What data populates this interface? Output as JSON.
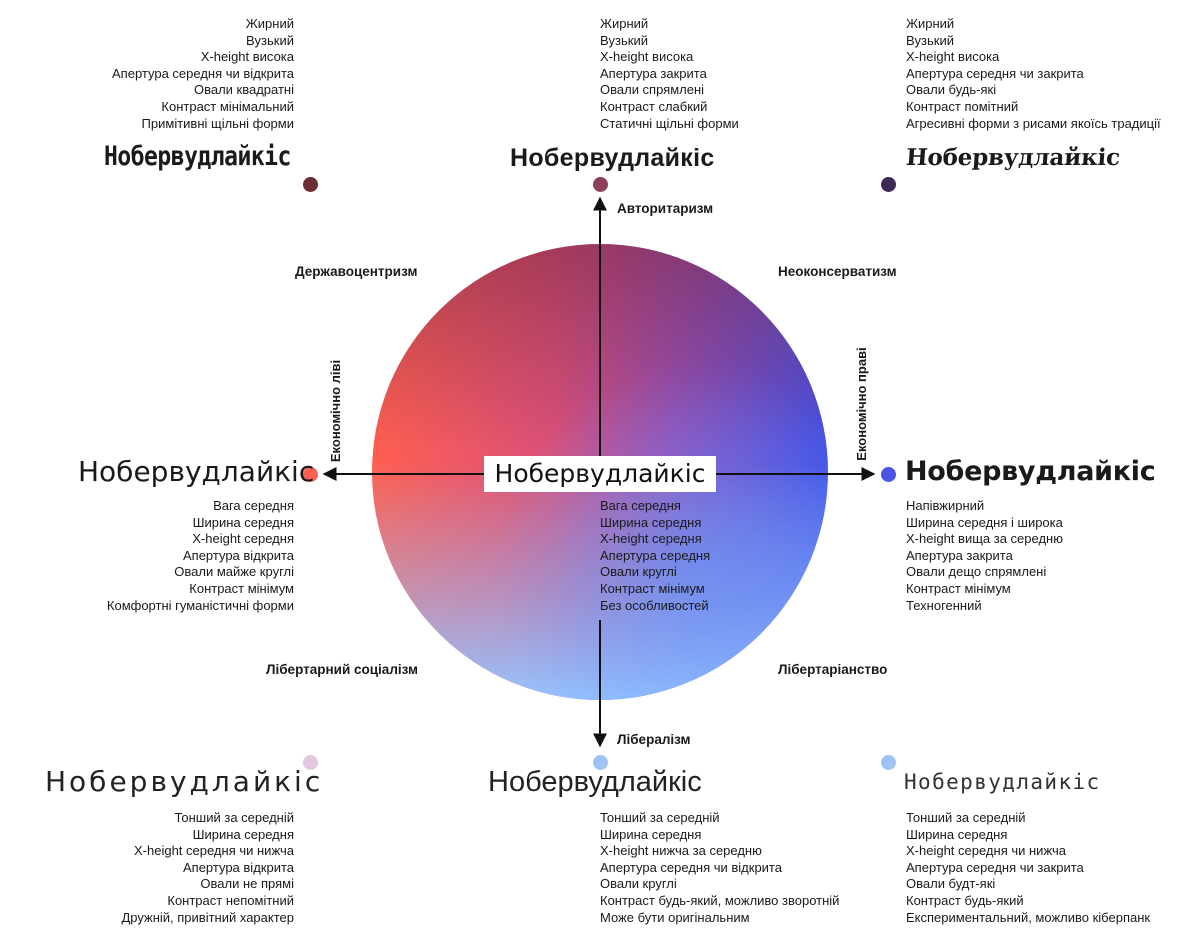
{
  "sample_word": "Нобервудлайкіс",
  "axes": {
    "top": "Авторитаризм",
    "bottom": "Лібералізм",
    "left": "Економічно ліві",
    "right": "Економічно праві"
  },
  "quadrants": {
    "top_left": "Державоцентризм",
    "top_right": "Неоконсерватизм",
    "bottom_left": "Лібертарний соціалізм",
    "bottom_right": "Лібертаріанство"
  },
  "colors": {
    "top_left_dot": "#6e2d35",
    "top_dot": "#8e3f5a",
    "top_right_dot": "#3d2a55",
    "left_dot": "#ff5f50",
    "right_dot": "#4a55e6",
    "bottom_left_dot": "#dfc8e0",
    "bottom_dot": "#9ec3f4",
    "bottom_right_dot": "#9ec3f4"
  },
  "blocks": {
    "top_left": [
      "Жирний",
      "Вузький",
      "X-height висока",
      "Апертура середня чи відкрита",
      "Овали квадратні",
      "Контраст мінімальний",
      "Примітивні щільні форми"
    ],
    "top_center": [
      "Жирний",
      "Вузький",
      "X-height висока",
      "Апертура закрита",
      "Овали спрямлені",
      "Контраст слабкий",
      "Статичні щільні форми"
    ],
    "top_right": [
      "Жирний",
      "Вузький",
      "X-height висока",
      "Апертура середня чи закрита",
      "Овали будь-які",
      "Контраст помітний",
      "Агресивні форми з рисами якоїсь традиції"
    ],
    "left": [
      "Вага середня",
      "Ширина середня",
      "X-height середня",
      "Апертура відкрита",
      "Овали майже круглі",
      "Контраст мінімум",
      "Комфортні гуманістичні форми"
    ],
    "center": [
      "Вага середня",
      "Ширина середня",
      "X-height середня",
      "Апертура середня",
      "Овали круглі",
      "Контраст мінімум",
      "Без особливостей"
    ],
    "right": [
      "Напівжирний",
      "Ширина середня і широка",
      "X-height вища за середню",
      "Апертура закрита",
      "Овали дещо спрямлені",
      "Контраст мінімум",
      "Техногенний"
    ],
    "bottom_left": [
      "Тонший за середній",
      "Ширина середня",
      "X-height середня чи нижча",
      "Апертура відкрита",
      "Овали не прямі",
      "Контраст непомітний",
      "Дружній, привітний характер"
    ],
    "bottom_center": [
      "Тонший за середній",
      "Ширина середня",
      "X-height нижча за середню",
      "Апертура середня чи відкрита",
      "Овали круглі",
      "Контраст будь-який, можливо зворотній",
      "Може бути оригінальним"
    ],
    "bottom_right": [
      "Тонший за середній",
      "Ширина середня",
      "X-height середня чи нижча",
      "Апертура середня чи закрита",
      "Овали будт-які",
      "Контраст будь-який",
      "Експериментальний, можливо кіберпанк"
    ]
  }
}
